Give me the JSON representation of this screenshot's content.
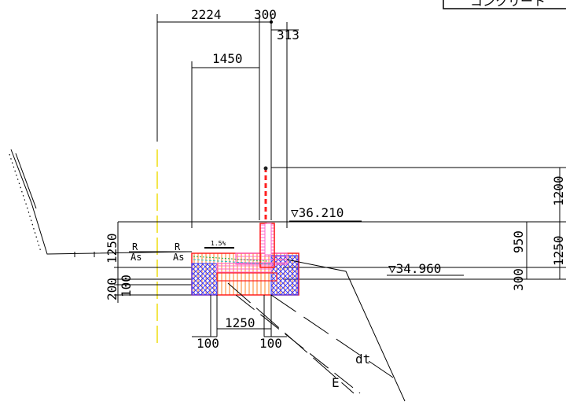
{
  "title_box_text": "コンクリート",
  "dimensions": {
    "top_2224": "2224",
    "top_300": "300",
    "top_313": "313",
    "mid_1450": "1450",
    "left_1250": "1250",
    "left_200": "200",
    "left_100": "100",
    "right_1200": "1200",
    "right_950": "950",
    "right_1250": "1250",
    "right_300": "300",
    "bottom_1250": "1250",
    "bottom_100_left": "100",
    "bottom_100_right": "100"
  },
  "levels": {
    "upper": "▽36.210",
    "lower": "▽34.960"
  },
  "labels": {
    "r_left": "R",
    "as_left": "As",
    "r_mid": "R",
    "as_mid": "As",
    "slope": "1.5%",
    "dt": "dt",
    "e": "E"
  },
  "colors": {
    "red": "#ff2020",
    "pink": "#ff66cc",
    "orange": "#ff8020",
    "blue": "#3030ff",
    "cyan": "#20c0c0",
    "yellow": "#f0e020",
    "green": "#20b040"
  }
}
